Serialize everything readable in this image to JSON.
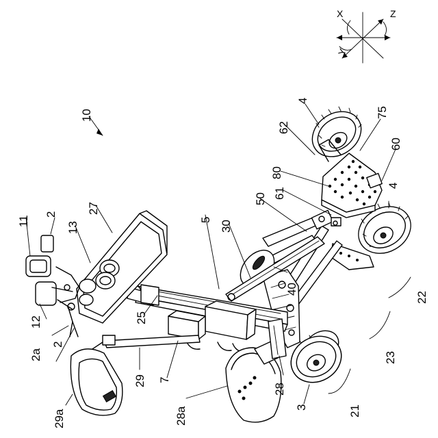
{
  "axes": {
    "x": "X",
    "y": "Y",
    "z": "Z"
  },
  "reference_numerals": {
    "n10": "10",
    "n11": "11",
    "n2_top": "2",
    "n13": "13",
    "n27": "27",
    "n12": "12",
    "n2a": "2a",
    "n2_bottom": "2",
    "n25": "25",
    "n7": "7",
    "n29": "29",
    "n29a": "29a",
    "n28a": "28a",
    "n28": "28",
    "n3": "3",
    "n21": "21",
    "n23": "23",
    "n22": "22",
    "n5": "5",
    "n30": "30",
    "n50": "50",
    "n40": "40",
    "n61": "61",
    "n80": "80",
    "n62": "62",
    "n4_top": "4",
    "n75": "75",
    "n60": "60",
    "n4_right": "4"
  }
}
